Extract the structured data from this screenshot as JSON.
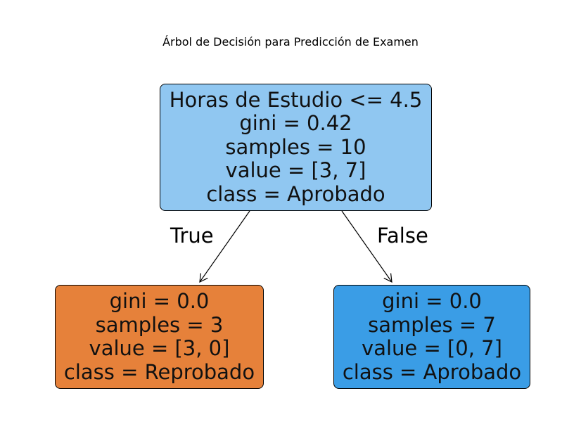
{
  "title": "Árbol de Decisión para Predicción de Examen",
  "colors": {
    "root": "#90c7f1",
    "left_leaf": "#e6813a",
    "right_leaf": "#3a9de6"
  },
  "nodes": [
    {
      "lines": [
        "Horas de Estudio <= 4.5",
        "gini = 0.42",
        "samples = 10",
        "value = [3, 7]",
        "class = Aprobado"
      ]
    },
    {
      "lines": [
        "gini = 0.0",
        "samples = 3",
        "value = [3, 0]",
        "class = Reprobado"
      ]
    },
    {
      "lines": [
        "gini = 0.0",
        "samples = 7",
        "value = [0, 7]",
        "class = Aprobado"
      ]
    }
  ],
  "edge_labels": {
    "true": "True",
    "false": "False"
  }
}
